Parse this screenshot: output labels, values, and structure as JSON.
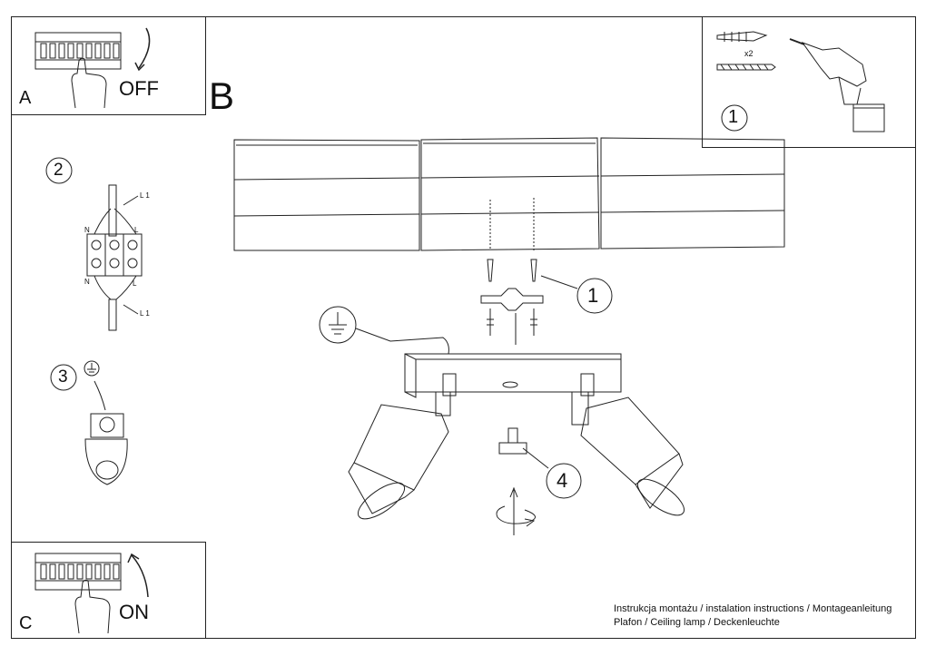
{
  "panel_a": {
    "letter": "A",
    "label": "OFF"
  },
  "panel_c": {
    "letter": "C",
    "label": "ON"
  },
  "section_b": {
    "letter": "B"
  },
  "step_1_top": {
    "number": "1",
    "multiplier": "x2"
  },
  "step_1_main": {
    "number": "1"
  },
  "step_2": {
    "number": "2",
    "wires": {
      "l1_top": "L 1",
      "n": "N",
      "l": "L",
      "n_bottom": "N",
      "l_bottom": "L",
      "l1_bottom": "L 1"
    }
  },
  "step_3": {
    "number": "3"
  },
  "step_4": {
    "number": "4"
  },
  "footer": {
    "line1": "Instrukcja montażu / instalation instructions / Montageanleitung",
    "line2": "Plafon / Ceiling lamp / Deckenleuchte"
  }
}
